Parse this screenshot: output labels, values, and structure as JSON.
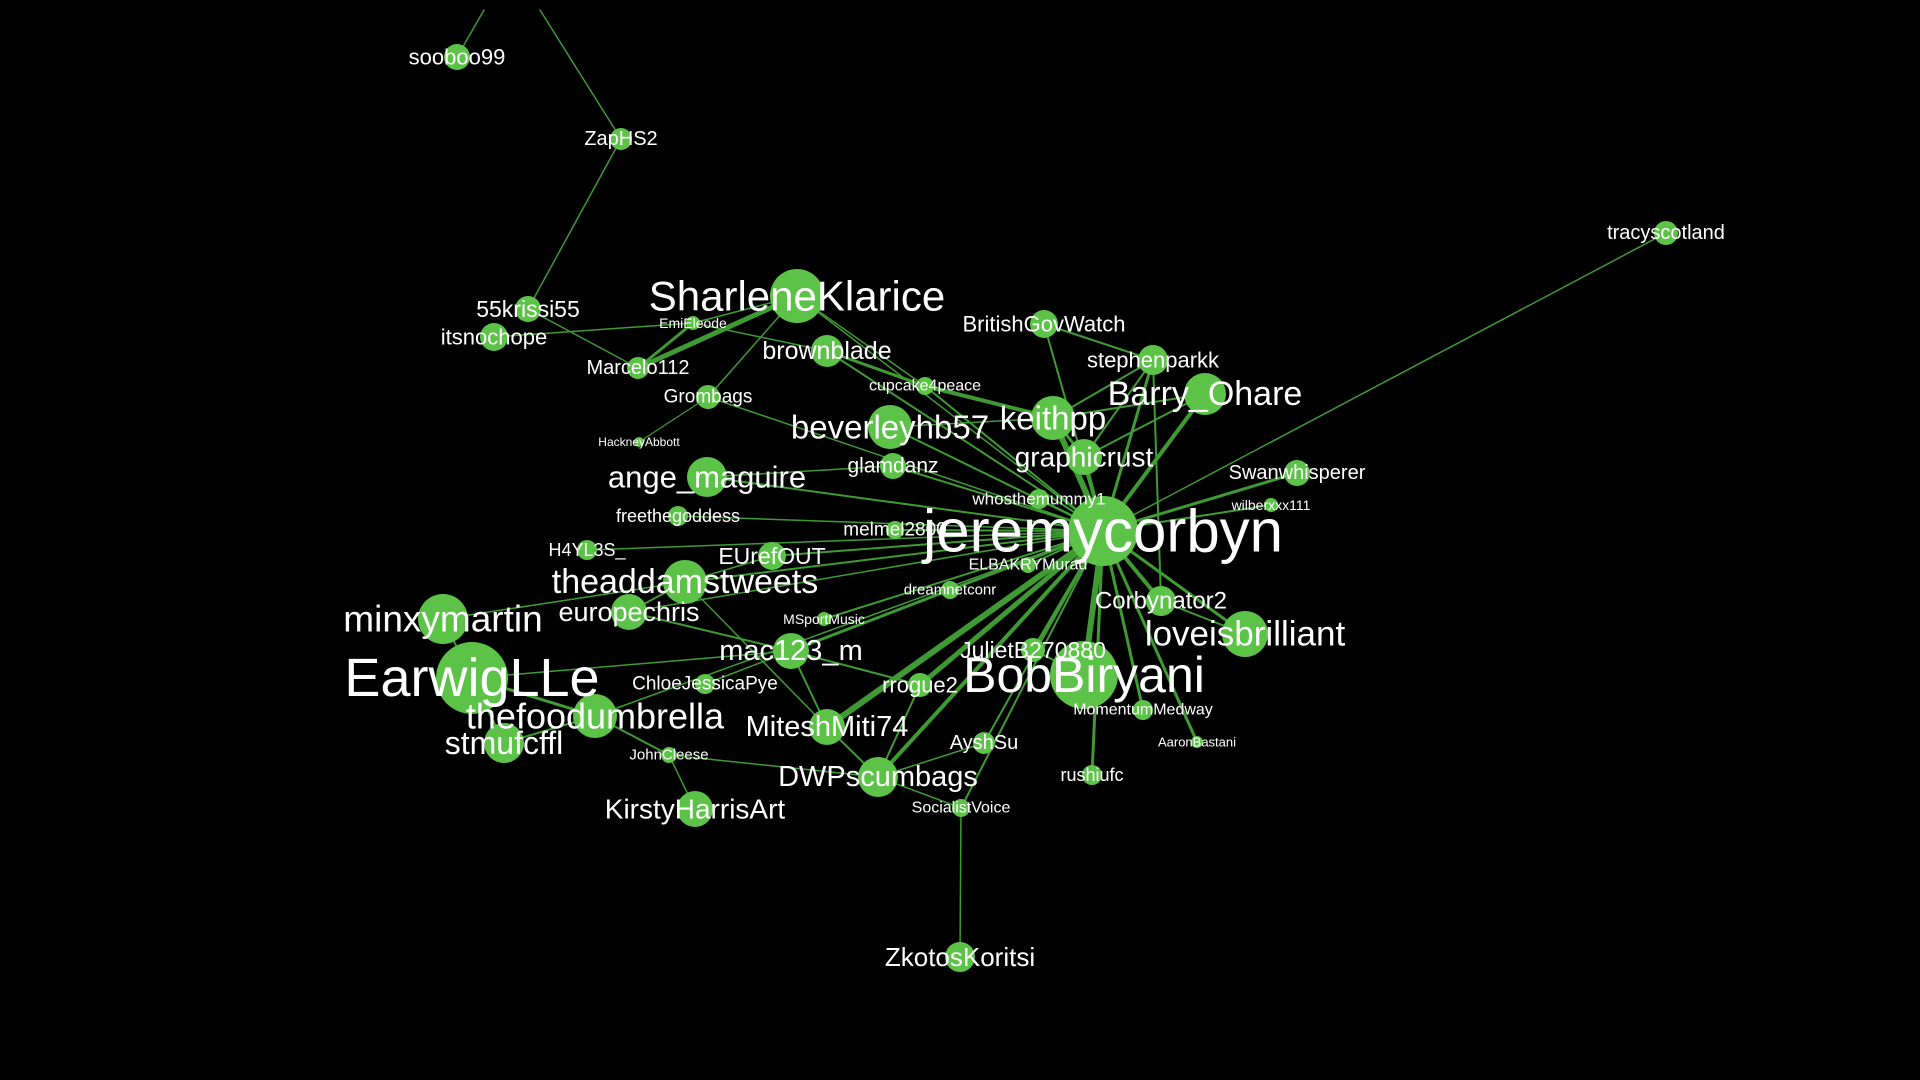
{
  "graph": {
    "colors": {
      "background": "#000000",
      "node": "#5cc348",
      "edge": "#3f9a34",
      "label": "#ffffff"
    },
    "nodes": [
      {
        "id": "sooboo99",
        "label": "sooboo99"
      },
      {
        "id": "ZapHS2",
        "label": "ZapHS2"
      },
      {
        "id": "tracyscotland",
        "label": "tracyscotland"
      },
      {
        "id": "55krissi55",
        "label": "55krissi55"
      },
      {
        "id": "itsnochope",
        "label": "itsnochope"
      },
      {
        "id": "EmiEleode",
        "label": "EmiEleode"
      },
      {
        "id": "SharleneKlarice",
        "label": "SharleneKlarice"
      },
      {
        "id": "BritishGovWatch",
        "label": "BritishGovWatch"
      },
      {
        "id": "brownblade",
        "label": "brownblade"
      },
      {
        "id": "Marcelo112",
        "label": "Marcelo112"
      },
      {
        "id": "stephenparkk",
        "label": "stephenparkk"
      },
      {
        "id": "Grombags",
        "label": "Grombags"
      },
      {
        "id": "cupcake4peace",
        "label": "cupcake4peace"
      },
      {
        "id": "Barry_Ohare",
        "label": "Barry_Ohare"
      },
      {
        "id": "keithpp",
        "label": "keithpp"
      },
      {
        "id": "HackneyAbbott",
        "label": "HackneyAbbott"
      },
      {
        "id": "beverleyhb57",
        "label": "beverleyhb57"
      },
      {
        "id": "graphicrust",
        "label": "graphicrust"
      },
      {
        "id": "glamdanz",
        "label": "glamdanz"
      },
      {
        "id": "Swanwhisperer",
        "label": "Swanwhisperer"
      },
      {
        "id": "ange_maguire",
        "label": "ange_maguire"
      },
      {
        "id": "whosthemummy1",
        "label": "whosthemummy1"
      },
      {
        "id": "wilberxxx111",
        "label": "wilberxxx111"
      },
      {
        "id": "freethegoddess",
        "label": "freethegoddess"
      },
      {
        "id": "melmel2800",
        "label": "melmel2800"
      },
      {
        "id": "jeremycorbyn",
        "label": "jeremycorbyn"
      },
      {
        "id": "H4YL3S_",
        "label": "H4YL3S_"
      },
      {
        "id": "EUrefOUT",
        "label": "EUrefOUT"
      },
      {
        "id": "ELBAKRYMurad",
        "label": "ELBAKRYMurad"
      },
      {
        "id": "theaddamstweets",
        "label": "theaddamstweets"
      },
      {
        "id": "dreamnetconr",
        "label": "dreamnetconr"
      },
      {
        "id": "Corbynator2",
        "label": "Corbynator2"
      },
      {
        "id": "minxymartin",
        "label": "minxymartin"
      },
      {
        "id": "europechris",
        "label": "europechris"
      },
      {
        "id": "MSportMusic",
        "label": "MSportMusic"
      },
      {
        "id": "loveisbrilliant",
        "label": "loveisbrilliant"
      },
      {
        "id": "mac123_m",
        "label": "mac123_m"
      },
      {
        "id": "JulietB270880",
        "label": "JulietB270880"
      },
      {
        "id": "EarwigLLe",
        "label": "EarwigLLe"
      },
      {
        "id": "BobBiryani",
        "label": "BobBiryani"
      },
      {
        "id": "ChloeJessicaPye",
        "label": "ChloeJessicaPye"
      },
      {
        "id": "rrogue2",
        "label": "rrogue2"
      },
      {
        "id": "thefoodumbrella",
        "label": "thefoodumbrella"
      },
      {
        "id": "MomentumMedway",
        "label": "MomentumMedway"
      },
      {
        "id": "MiteshMiti74",
        "label": "MiteshMiti74"
      },
      {
        "id": "stmufcffl",
        "label": "stmufcffl"
      },
      {
        "id": "AaronBastani",
        "label": "AaronBastani"
      },
      {
        "id": "AyshSu",
        "label": "AyshSu"
      },
      {
        "id": "JohnCleese",
        "label": "JohnCleese"
      },
      {
        "id": "DWPscumbags",
        "label": "DWPscumbags"
      },
      {
        "id": "rushiufc",
        "label": "rushiufc"
      },
      {
        "id": "SocialistVoice",
        "label": "SocialistVoice"
      },
      {
        "id": "KirstyHarrisArt",
        "label": "KirstyHarrisArt"
      },
      {
        "id": "ZkotosKoritsi",
        "label": "ZkotosKoritsi"
      }
    ]
  }
}
